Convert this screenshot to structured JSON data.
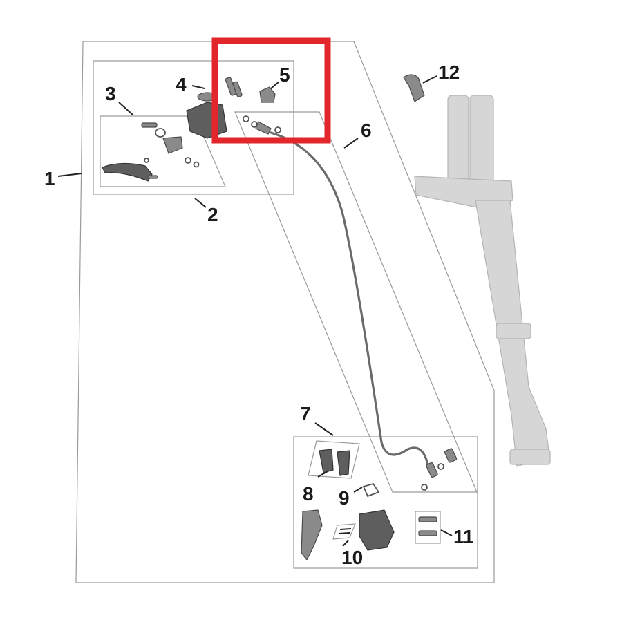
{
  "diagram": {
    "callouts": [
      "1",
      "2",
      "3",
      "4",
      "5",
      "6",
      "7",
      "8",
      "9",
      "10",
      "11",
      "12"
    ],
    "highlight_color": "#e3262b",
    "frame_color": "#9a9a9a",
    "fork_color": "#d6d6d6",
    "part_color": "#8a8a8a"
  }
}
